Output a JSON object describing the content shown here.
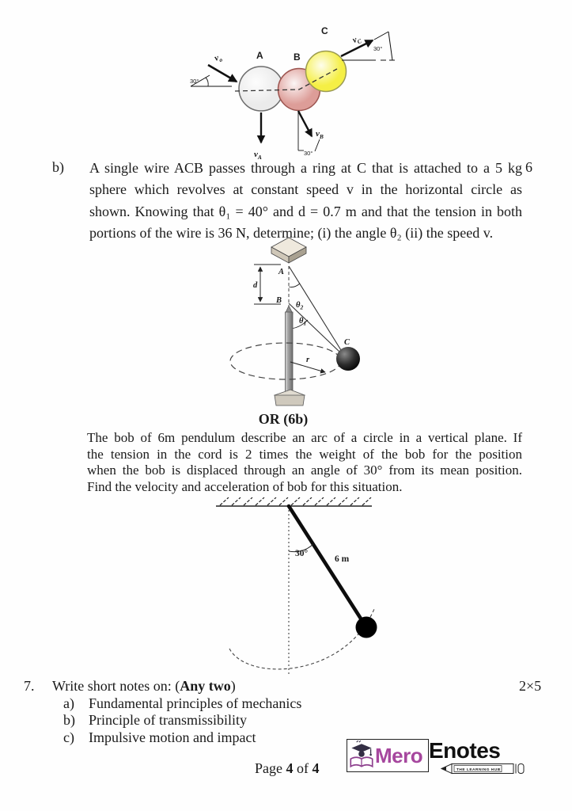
{
  "q6b": {
    "label": "b)",
    "marks": "6",
    "lines": [
      "A single wire ACB passes through a ring at C that is attached to a 5 kg",
      "sphere which revolves at constant speed v in the horizontal circle as",
      "shown. Knowing that θ₁ = 40° and d = 0.7 m and that the tension in both",
      "portions of the wire is 36 N, determine; (i) the angle θ₂ (ii) the speed v."
    ]
  },
  "or6b": {
    "heading": "OR (6b)",
    "lines": [
      "The bob of 6m pendulum describe an arc of a circle in a vertical plane. If",
      "the tension in the cord is 2 times the weight of the bob for the position",
      "when the bob is displaced through an angle of 30° from its mean position.",
      "Find the velocity and acceleration of bob for this situation."
    ]
  },
  "q7": {
    "number": "7.",
    "prompt_prefix": "Write short notes on: (",
    "prompt_bold": "Any two",
    "prompt_suffix": ")",
    "marks": "2×5",
    "items": [
      {
        "label": "a)",
        "text": "Fundamental principles of mechanics"
      },
      {
        "label": "b)",
        "text": "Principle of transmissibility"
      },
      {
        "label": "c)",
        "text": "Impulsive motion and impact"
      }
    ]
  },
  "footer": {
    "page_word": "Page",
    "num": "4",
    "of_word": "of",
    "total": "4"
  },
  "logo": {
    "mero": "Mero",
    "enotes": "Enotes",
    "tagline": "THE LEARNING HUB",
    "mero_color": "#a6479e",
    "enotes_color": "#111111"
  },
  "fig_collision": {
    "label_a": "A",
    "label_b": "B",
    "label_c": "C",
    "v0_base": "v",
    "v0_sub": "o",
    "va_base": "v",
    "va_sub": "A",
    "vb_base": "v",
    "vb_sub": "B",
    "vc_base": "v",
    "vc_sub": "C",
    "angle_v0": "30°",
    "angle_vb": "30°",
    "angle_vc": "30°",
    "colors": {
      "ball_a": "#ebebeb",
      "ball_b": "#dd9d98",
      "ball_c": "#f5ef45"
    }
  },
  "fig_conical": {
    "label_a": "A",
    "label_b": "B",
    "label_c": "C",
    "d_label": "d",
    "r_label": "r",
    "theta1_base": "θ",
    "theta1_sub": "1",
    "theta2_base": "θ",
    "theta2_sub": "2"
  },
  "fig_pendulum": {
    "angle": "30°",
    "length": "6 m"
  }
}
